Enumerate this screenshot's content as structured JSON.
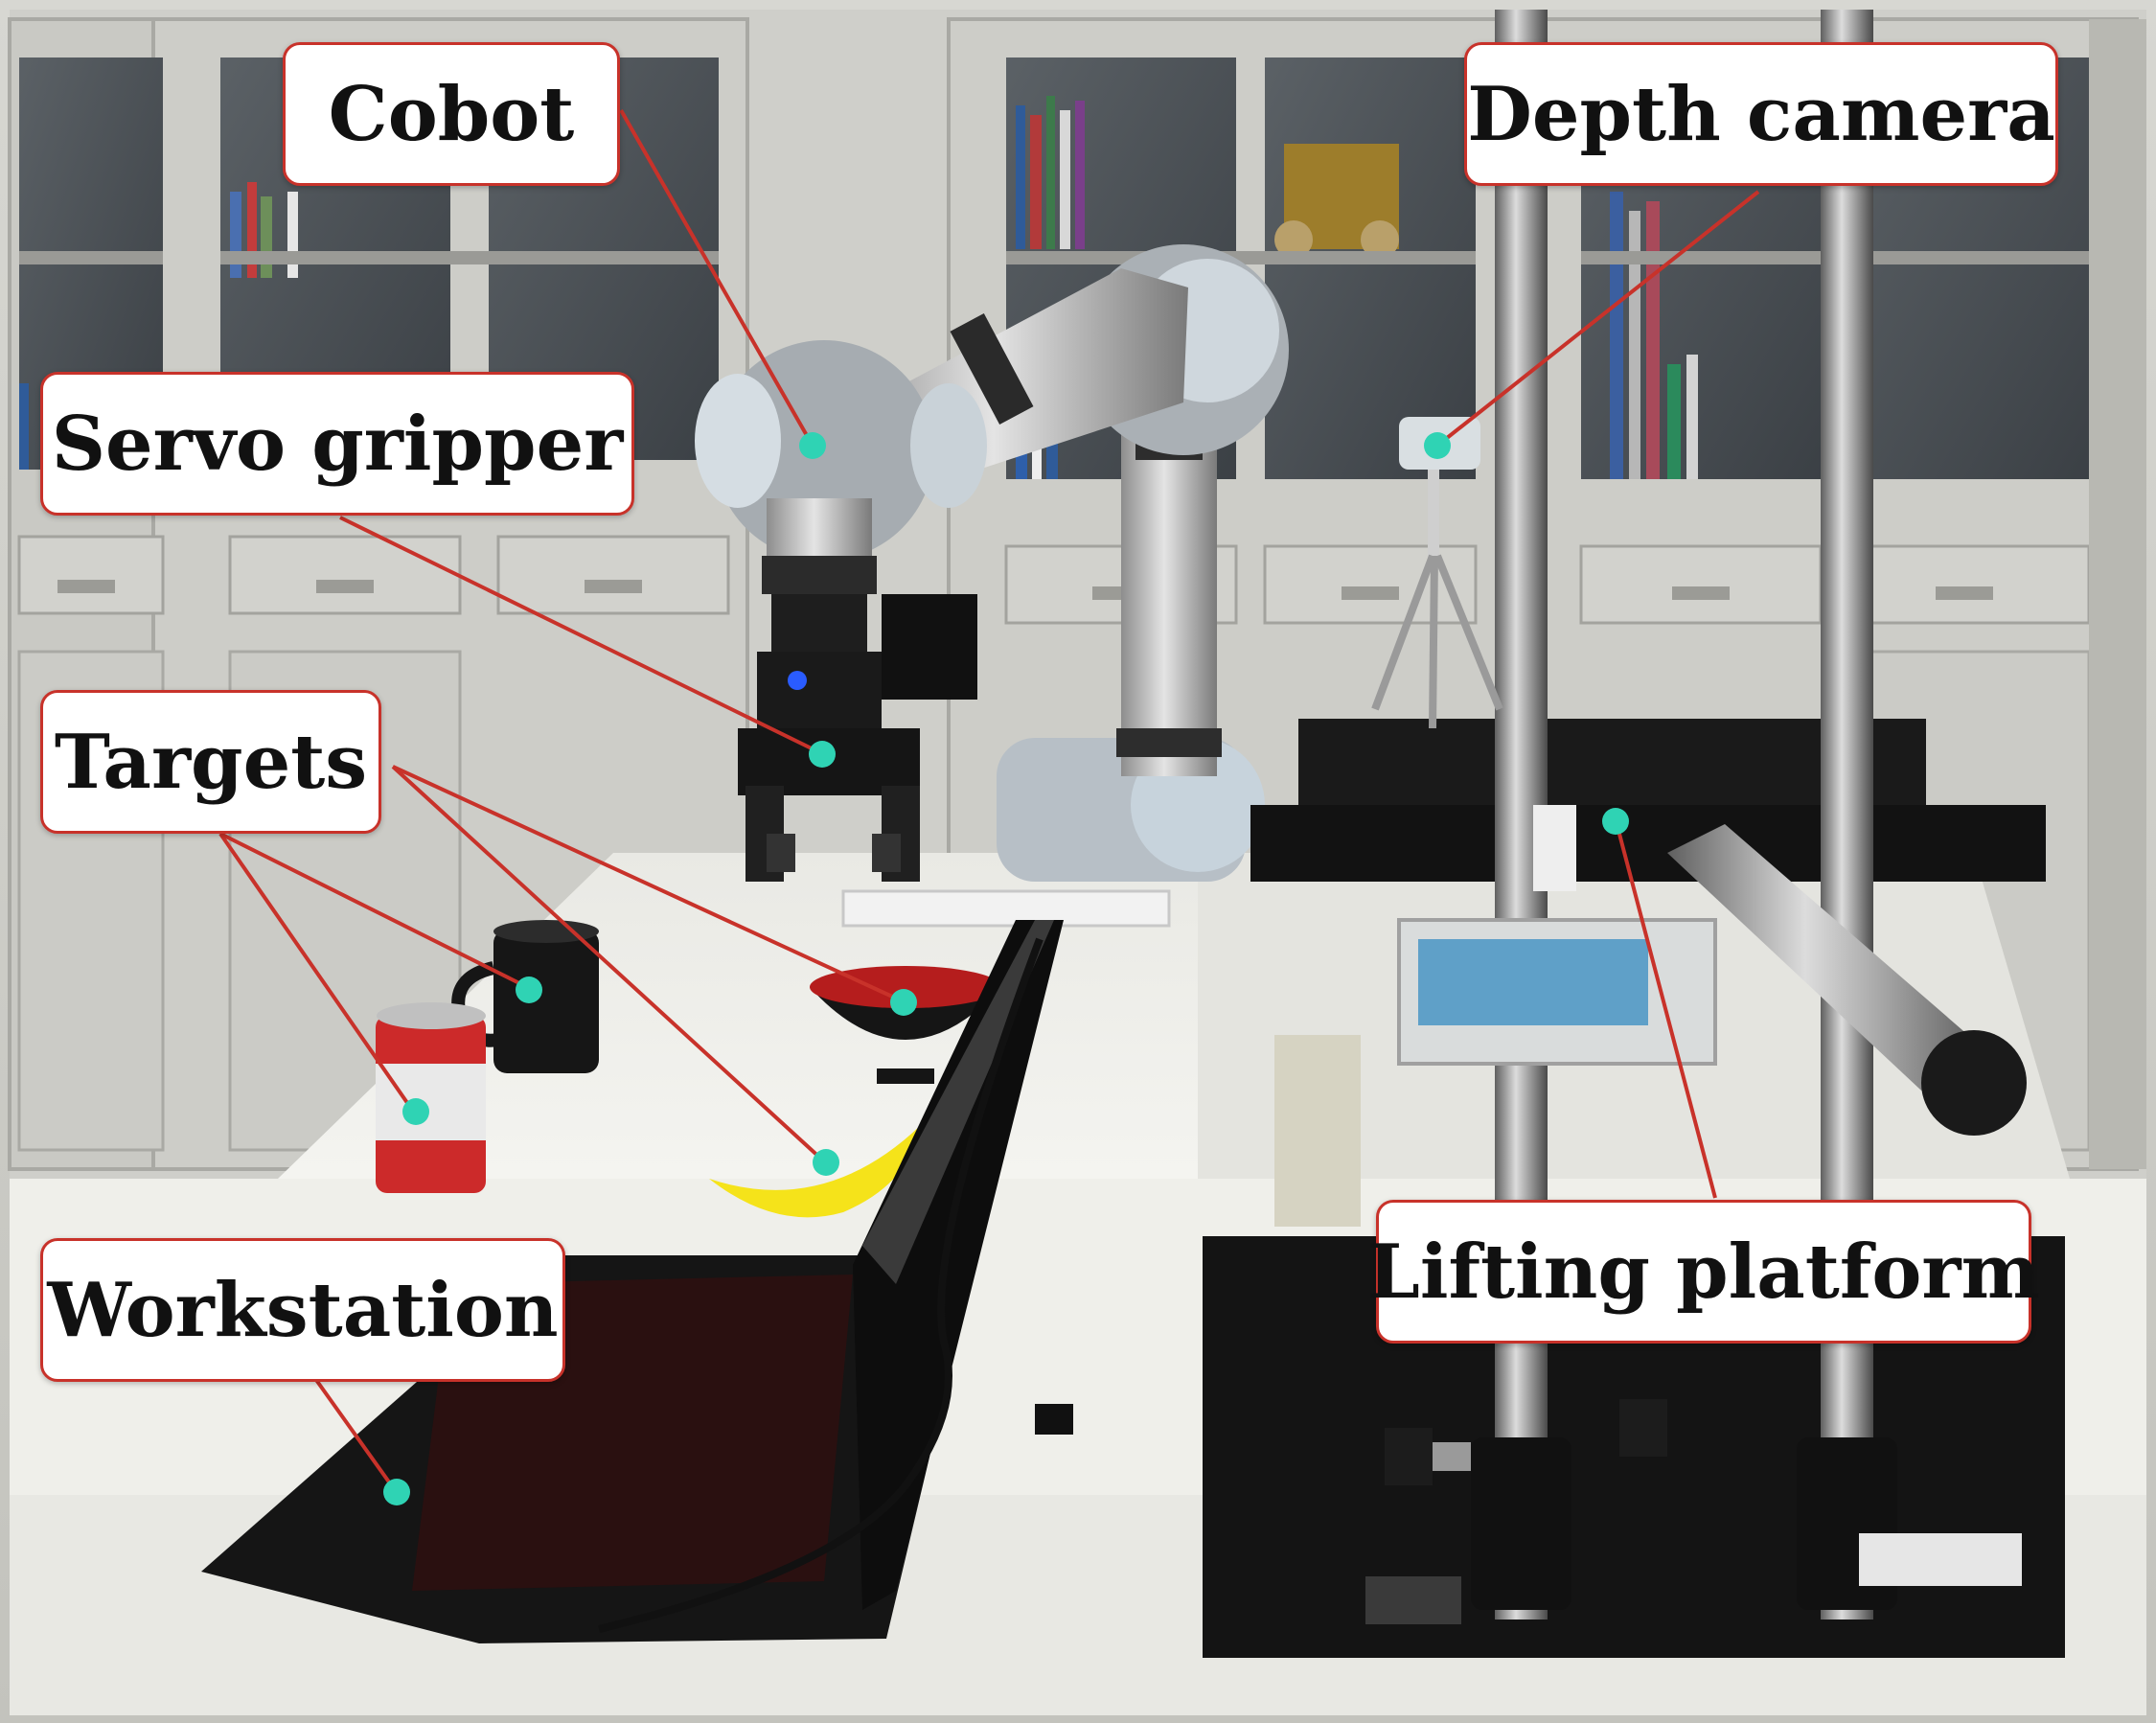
{
  "labels": {
    "cobot": "Cobot",
    "depth_camera": "Depth camera",
    "servo_gripper": "Servo gripper",
    "targets": "Targets",
    "workstation": "Workstation",
    "lifting_platform": "Lifting platform"
  },
  "colors": {
    "callout_line": "#c8322a",
    "marker_dot": "#2fd3b4",
    "label_border": "#c8322a"
  }
}
